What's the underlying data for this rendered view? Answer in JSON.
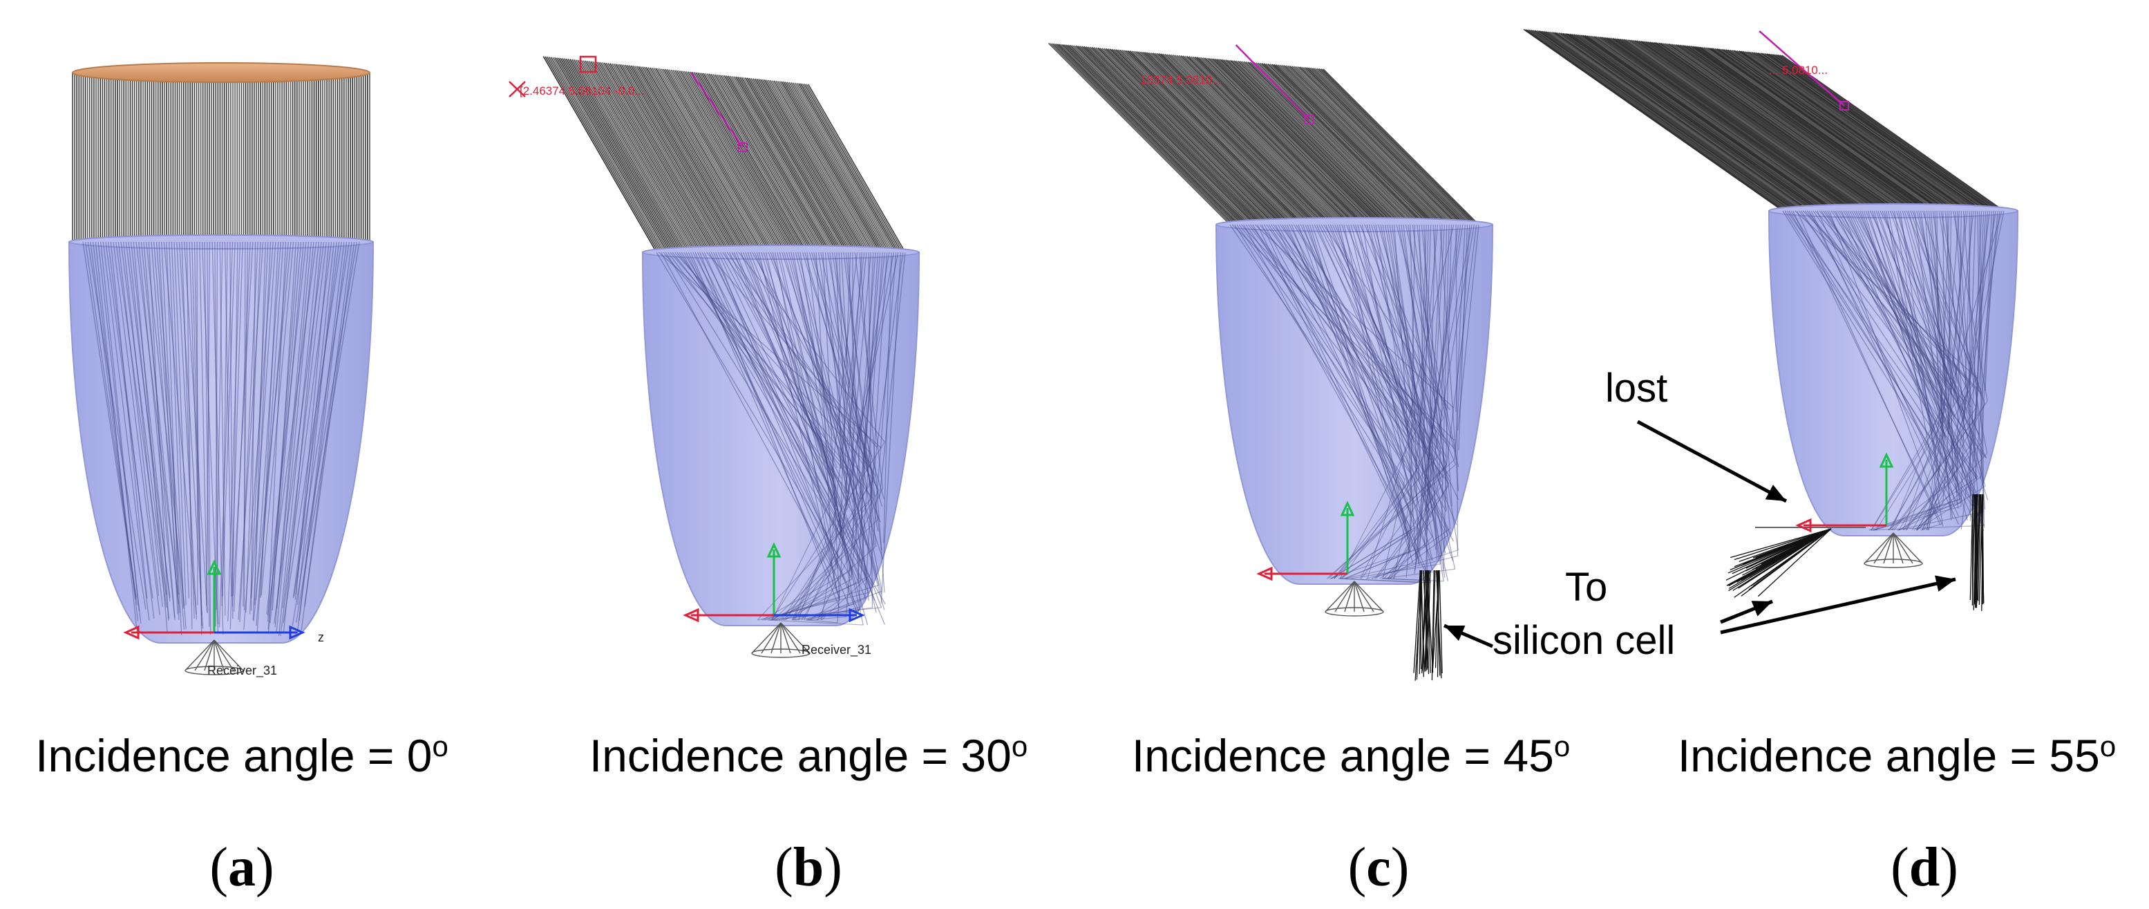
{
  "panels": [
    {
      "id": "a",
      "caption_text": "Incidence angle = 0",
      "caption_unit": "o",
      "label_letter": "a",
      "rays_from_vertical_deg": 0
    },
    {
      "id": "b",
      "caption_text": "Incidence angle = 30",
      "caption_unit": "o",
      "label_letter": "b",
      "rays_from_vertical_deg": 30
    },
    {
      "id": "c",
      "caption_text": "Incidence angle = 45",
      "caption_unit": "o",
      "label_letter": "c",
      "rays_from_vertical_deg": 45
    },
    {
      "id": "d",
      "caption_text": "Incidence angle = 55",
      "caption_unit": "o",
      "label_letter": "d",
      "rays_from_vertical_deg": 55
    }
  ],
  "annotations": {
    "lost": "lost",
    "to_line1": "To",
    "to_line2": "silicon cell"
  },
  "small_text": {
    "coord_b": "[2.46374 5.08104 -0.0...",
    "coord_c": "16374 5.0810...",
    "coord_d": "... 5.0810...",
    "receiver": "Receiver_31",
    "z_axis": "z"
  },
  "colors": {
    "collector_fill": "#a9aee8",
    "collector_edge": "#8c93d6",
    "ray": "#000000",
    "source_disc": "#d99a6c",
    "axis_x": "#e0203a",
    "axis_y": "#16c24a",
    "axis_z": "#1f3de0",
    "probe": "#c020b0"
  }
}
